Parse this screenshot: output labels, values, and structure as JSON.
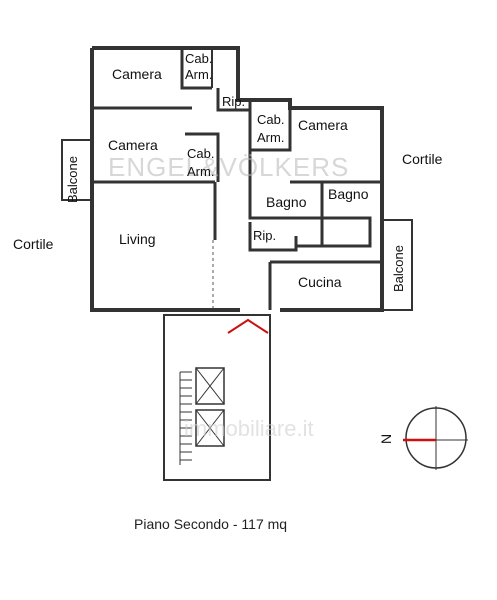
{
  "rooms": {
    "camera_1": "Camera",
    "cab_arm_1_line1": "Cab.",
    "cab_arm_1_line2": "Arm.",
    "rip_1": "Rip.",
    "camera_2": "Camera",
    "cab_arm_2_line1": "Cab.",
    "cab_arm_2_line2": "Arm.",
    "cab_arm_3_line1": "Cab.",
    "cab_arm_3_line2": "Arm.",
    "camera_3": "Camera",
    "bagno_1": "Bagno",
    "bagno_2": "Bagno",
    "rip_2": "Rip.",
    "living": "Living",
    "cucina": "Cucina",
    "balcone_left": "Balcone",
    "balcone_right": "Balcone"
  },
  "outside": {
    "cortile_left": "Cortile",
    "cortile_right": "Cortile"
  },
  "compass": {
    "north_label": "N",
    "needle_color": "#cc1111"
  },
  "entrance_marker_color": "#cc1111",
  "watermarks": {
    "brand": "ENGEL&VÖLKERS",
    "site": "immobiliare.it"
  },
  "caption": "Piano Secondo - 117 mq"
}
